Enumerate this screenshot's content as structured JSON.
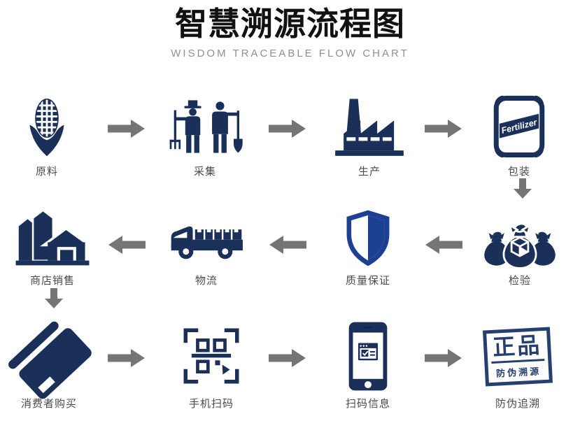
{
  "header": {
    "title": "智慧溯源流程图",
    "subtitle": "WISDOM TRACEABLE FLOW CHART"
  },
  "steps": [
    {
      "id": "raw-material",
      "label": "原料",
      "icon": "corn-icon"
    },
    {
      "id": "collection",
      "label": "采集",
      "icon": "farmers-icon"
    },
    {
      "id": "production",
      "label": "生产",
      "icon": "factory-icon"
    },
    {
      "id": "packaging",
      "label": "包装",
      "icon": "fertilizer-bag-icon",
      "bag_text": "Fertilizer"
    },
    {
      "id": "inspection",
      "label": "检验",
      "icon": "sample-bags-icon"
    },
    {
      "id": "quality-assurance",
      "label": "质量保证",
      "icon": "shield-icon"
    },
    {
      "id": "logistics",
      "label": "物流",
      "icon": "truck-icon"
    },
    {
      "id": "store-sales",
      "label": "商店销售",
      "icon": "store-icon"
    },
    {
      "id": "consumer-purchase",
      "label": "消费者购买",
      "icon": "bank-card-icon"
    },
    {
      "id": "phone-scan",
      "label": "手机扫码",
      "icon": "qr-code-icon"
    },
    {
      "id": "scan-info",
      "label": "扫码信息",
      "icon": "smartphone-icon"
    },
    {
      "id": "anti-counterfeit",
      "label": "防伪追溯",
      "icon": "genuine-stamp-icon",
      "stamp_title": "正品",
      "stamp_subtitle": "防伪溯源"
    }
  ],
  "flow": {
    "arrows": [
      {
        "from": "原料",
        "to": "采集",
        "direction": "right"
      },
      {
        "from": "采集",
        "to": "生产",
        "direction": "right"
      },
      {
        "from": "生产",
        "to": "包装",
        "direction": "right"
      },
      {
        "from": "包装",
        "to": "检验",
        "direction": "down"
      },
      {
        "from": "检验",
        "to": "质量保证",
        "direction": "left"
      },
      {
        "from": "质量保证",
        "to": "物流",
        "direction": "left"
      },
      {
        "from": "物流",
        "to": "商店销售",
        "direction": "left"
      },
      {
        "from": "商店销售",
        "to": "消费者购买",
        "direction": "down"
      },
      {
        "from": "消费者购买",
        "to": "手机扫码",
        "direction": "right"
      },
      {
        "from": "手机扫码",
        "to": "扫码信息",
        "direction": "right"
      },
      {
        "from": "扫码信息",
        "to": "防伪追溯",
        "direction": "right"
      }
    ]
  },
  "colors": {
    "icon_navy": "#1b3059",
    "shield_blue": "#1e4093",
    "stamp_navy": "#25406f",
    "arrow_gray": "#757575",
    "label_gray": "#4a4a4a",
    "title_black": "#111111",
    "subtitle_gray": "#8f8f8f"
  }
}
